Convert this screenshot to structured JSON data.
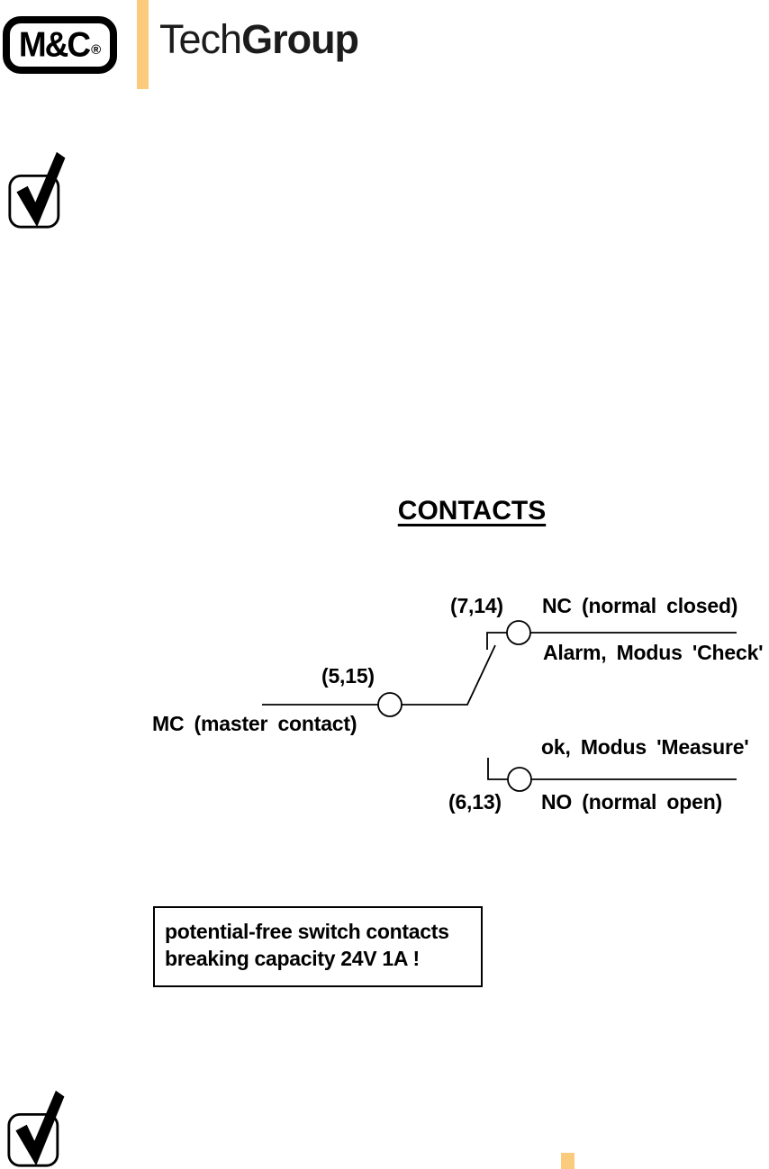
{
  "header": {
    "logo_text": "M&C",
    "logo_reg": "®",
    "brand_light": "Tech",
    "brand_bold": "Group"
  },
  "title": {
    "text": "CONTACTS"
  },
  "diagram": {
    "labels": {
      "nc_pins": "(7,14)",
      "nc_name": "NC (normal closed)",
      "nc_state": "Alarm, Modus 'Check'",
      "mc_pins": "(5,15)",
      "mc_name": "MC (master contact)",
      "no_state": "ok, Modus 'Measure'",
      "no_pins": "(6,13)",
      "no_name": "NO (normal open)"
    }
  },
  "note_box": {
    "line1": "potential-free switch contacts",
    "line2": "breaking capacity 24V 1A !"
  },
  "icons": {
    "top_left": "checkbox-checked-icon",
    "bottom_left": "checkbox-checked-icon",
    "logo": "mc-logo"
  },
  "colors": {
    "accent_orange": "#fbcb7d",
    "ink": "#000000",
    "paper": "#ffffff"
  }
}
